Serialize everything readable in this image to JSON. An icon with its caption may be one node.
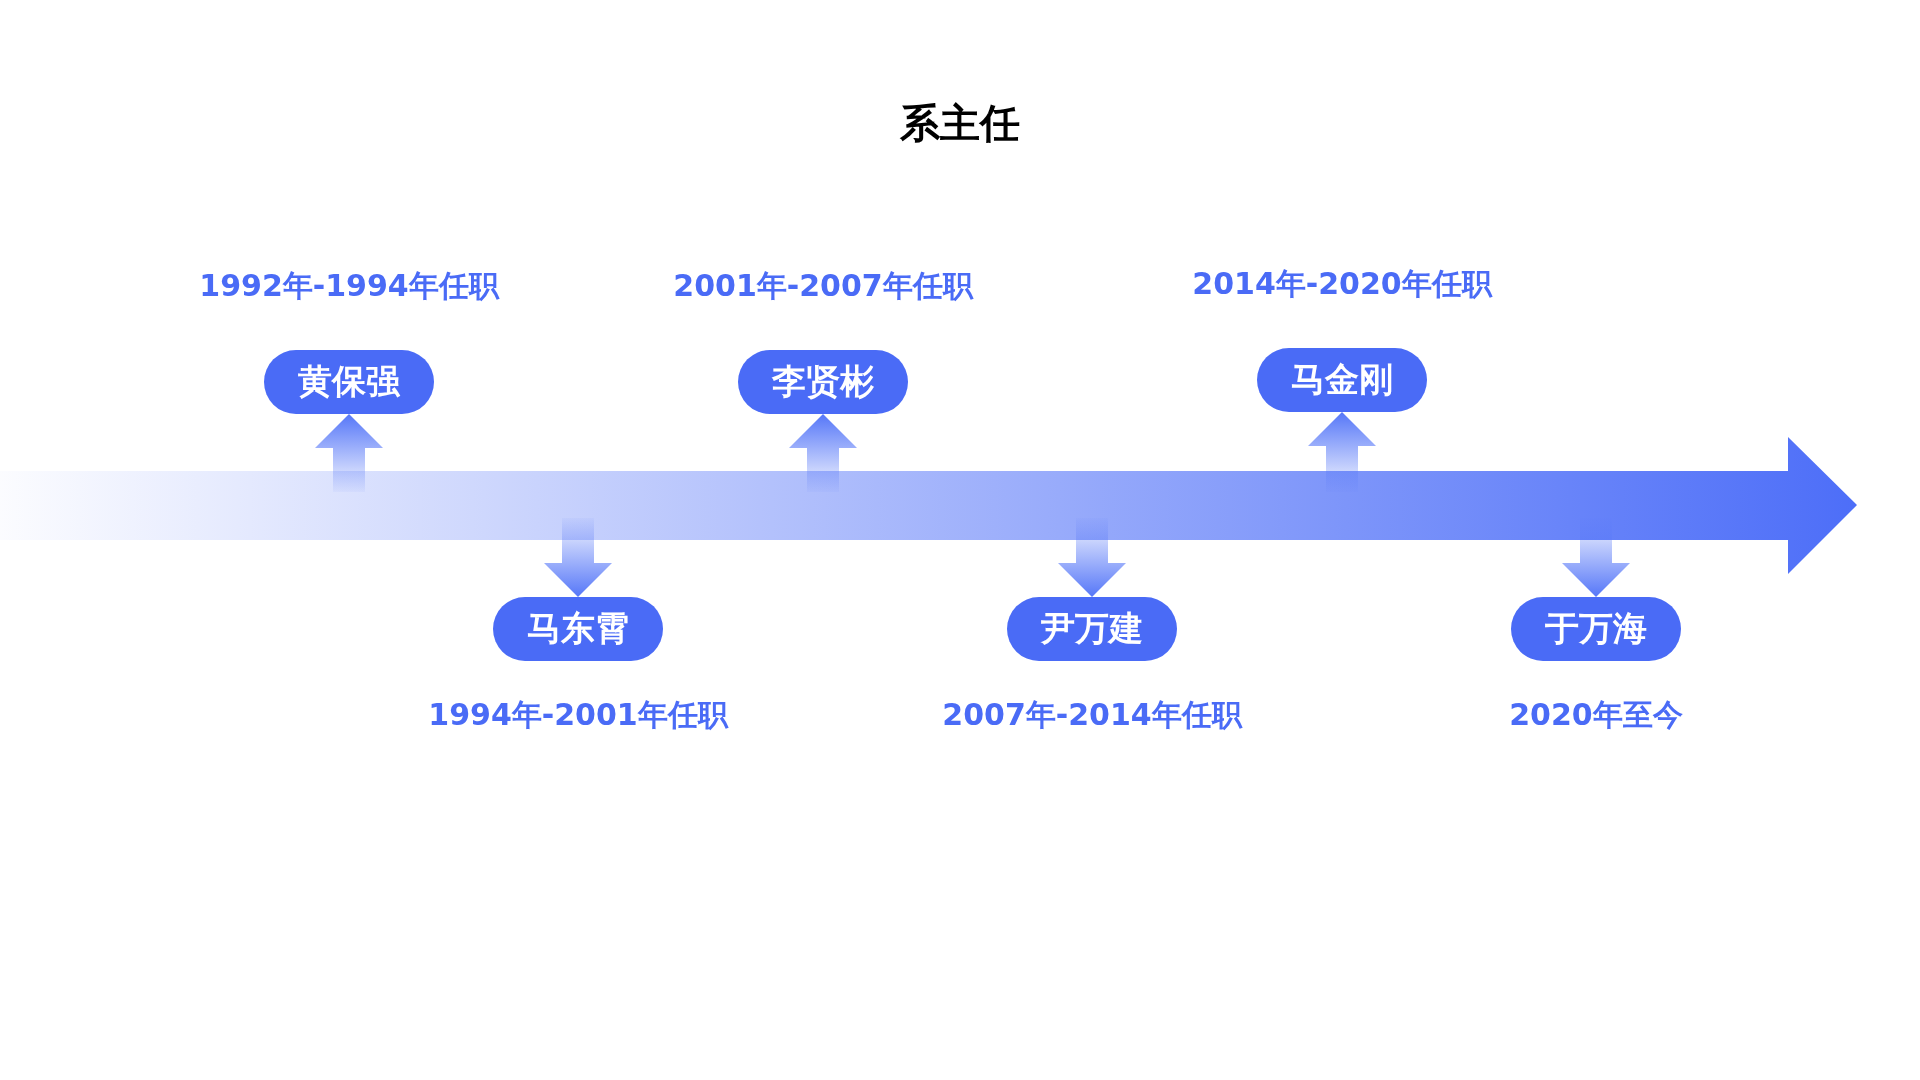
{
  "diagram": {
    "title": "系主任",
    "nodes": [
      {
        "text": [
          "黄保强"
        ],
        "beside": [
          "1992年-1994年任职"
        ]
      },
      {
        "text": [
          "马东霄"
        ],
        "beside": [
          "1994年-2001年任职"
        ]
      },
      {
        "text": [
          "李贤彬"
        ],
        "beside": [
          "2001年-2007年任职"
        ]
      },
      {
        "text": [
          "尹万建"
        ],
        "beside": [
          "2007年-2014年任职"
        ]
      },
      {
        "text": [
          "马金刚"
        ],
        "beside": [
          "2014年-2020年任职"
        ]
      },
      {
        "text": [
          "于万海"
        ],
        "beside": [
          "2020年至今"
        ]
      }
    ],
    "edges": [
      {
        "from": null,
        "to": 0,
        "arrow": "to"
      },
      {
        "from": null,
        "to": 1,
        "arrow": "to"
      },
      {
        "from": null,
        "to": 2,
        "arrow": "to"
      },
      {
        "from": null,
        "to": 3,
        "arrow": "to"
      },
      {
        "from": null,
        "to": 4,
        "arrow": "to"
      },
      {
        "from": null,
        "to": 5,
        "arrow": "to"
      }
    ]
  }
}
